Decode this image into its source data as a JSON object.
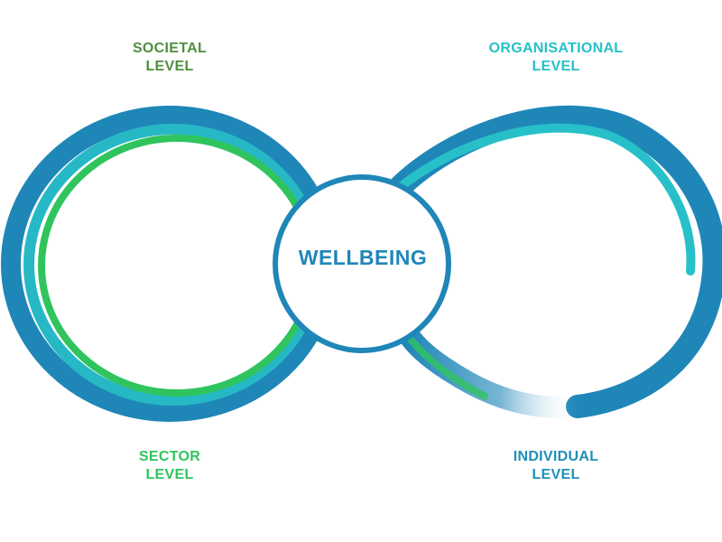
{
  "center": {
    "text": "WELLBEING"
  },
  "labels": {
    "societal": {
      "line1": "SOCIETAL",
      "line2": "LEVEL"
    },
    "organisational": {
      "line1": "ORGANISATIONAL",
      "line2": "LEVEL"
    },
    "sector": {
      "line1": "SECTOR",
      "line2": "LEVEL"
    },
    "individual": {
      "line1": "INDIVIDUAL",
      "line2": "LEVEL"
    }
  },
  "colors": {
    "blue": "#1f86b8",
    "teal": "#27c0c8",
    "green": "#2fc45e",
    "olive_green": "#4f8f3f"
  }
}
